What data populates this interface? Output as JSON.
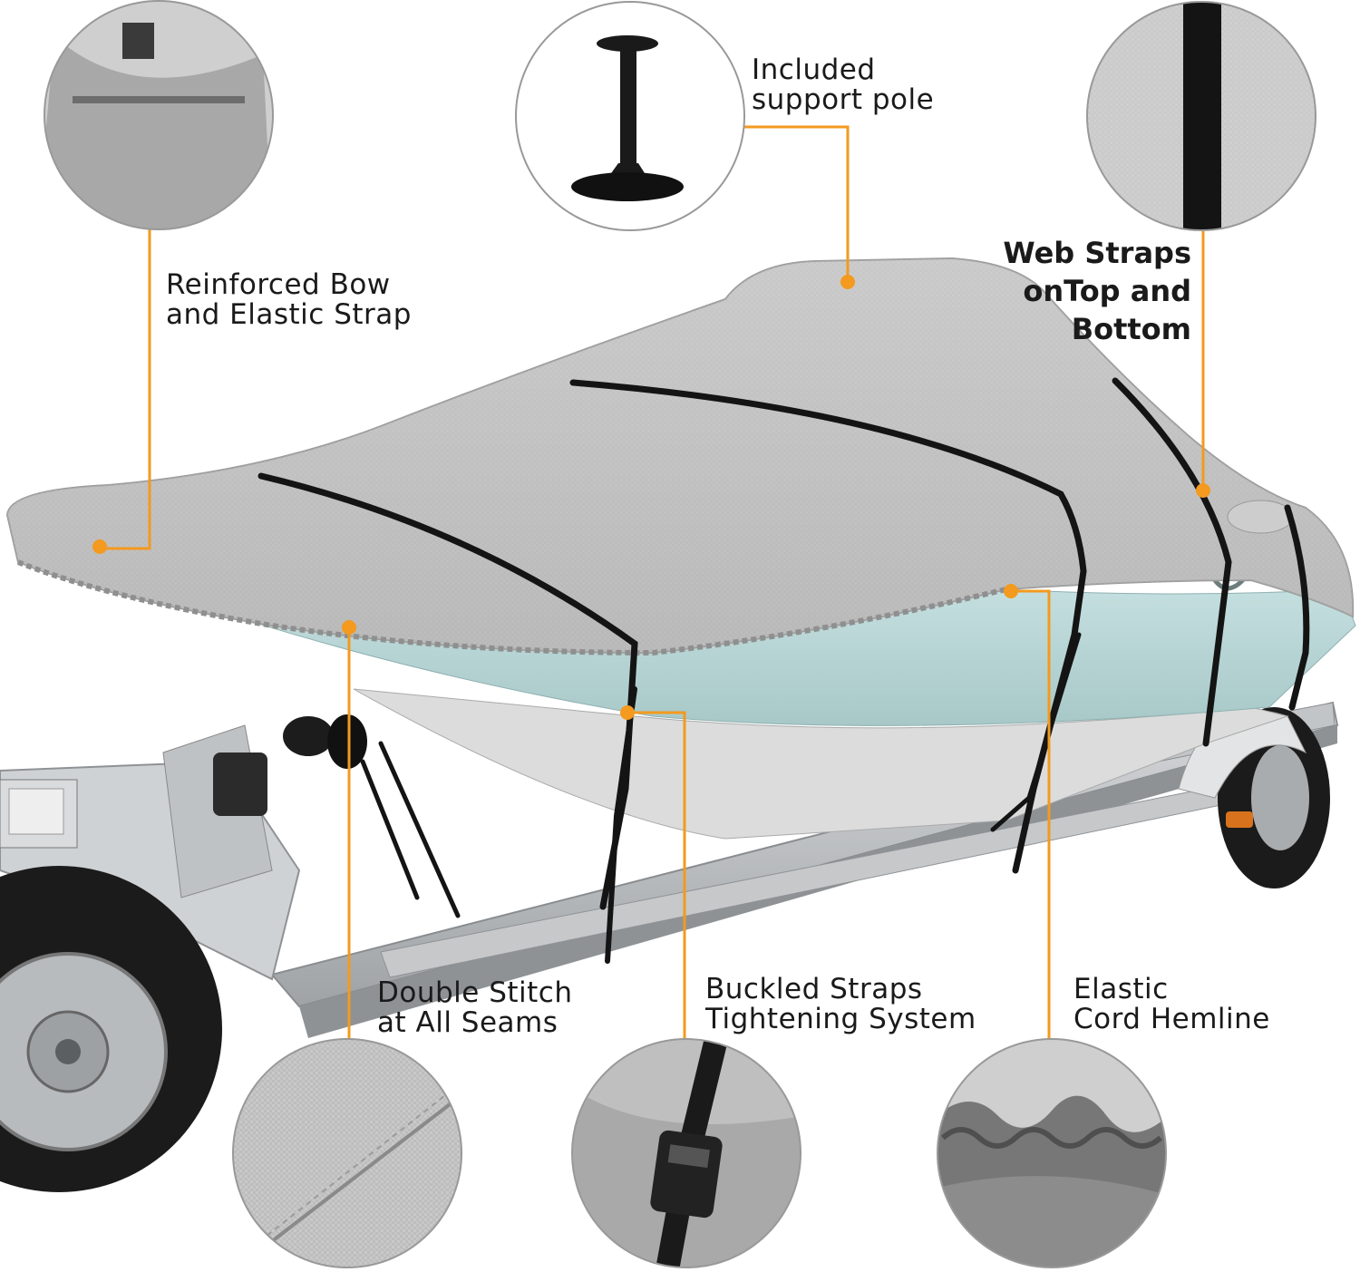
{
  "callouts": {
    "reinforced_bow": {
      "line1": "Reinforced Bow",
      "line2": "and Elastic Strap"
    },
    "support_pole": {
      "line1": "Included",
      "line2": "support pole"
    },
    "web_straps": {
      "line1": "Web Straps",
      "line2": "onTop and",
      "line3": "Bottom"
    },
    "double_stitch": {
      "line1": "Double Stitch",
      "line2": "at All Seams"
    },
    "buckled_straps": {
      "line1": "Buckled Straps",
      "line2": "Tightening System"
    },
    "elastic_cord": {
      "line1": "Elastic",
      "line2": "Cord Hemline"
    }
  },
  "colors": {
    "leader_line": "#f39a1f",
    "cover_gray": "#c4c4c4",
    "hull_blue": "#b9d6d6",
    "trailer_steel": "#b9bcbf",
    "strap_black": "#141414"
  },
  "icons": [
    "support-pole-icon",
    "buckle-icon"
  ]
}
